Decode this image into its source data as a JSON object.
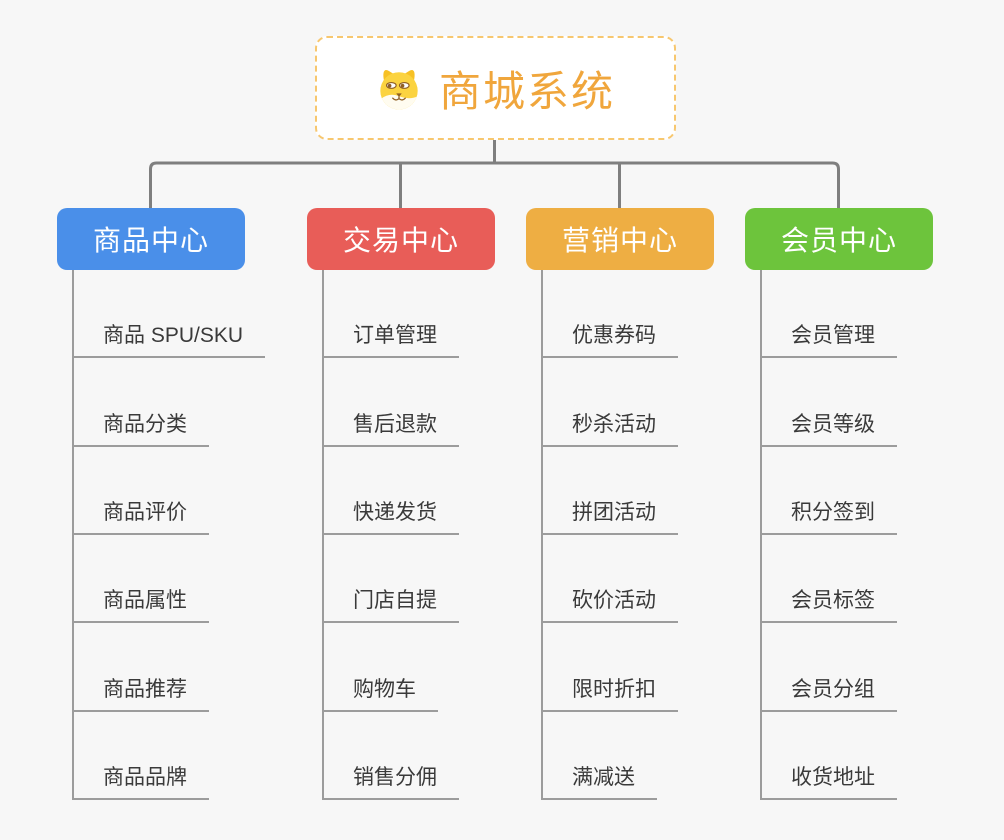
{
  "root": {
    "title": "商城系统",
    "icon": "shiba-dog-icon",
    "title_color": "#f0a63c",
    "border_color": "#f7c76f"
  },
  "connector_color": "#7f7f7f",
  "line_color": "#9c9c9c",
  "branches": [
    {
      "label": "商品中心",
      "color": "#4a8fe9",
      "children": [
        "商品 SPU/SKU",
        "商品分类",
        "商品评价",
        "商品属性",
        "商品推荐",
        "商品品牌"
      ]
    },
    {
      "label": "交易中心",
      "color": "#e85d58",
      "children": [
        "订单管理",
        "售后退款",
        "快递发货",
        "门店自提",
        "购物车",
        "销售分佣"
      ]
    },
    {
      "label": "营销中心",
      "color": "#eeae43",
      "children": [
        "优惠券码",
        "秒杀活动",
        "拼团活动",
        "砍价活动",
        "限时折扣",
        "满减送"
      ]
    },
    {
      "label": "会员中心",
      "color": "#6dc43c",
      "children": [
        "会员管理",
        "会员等级",
        "积分签到",
        "会员标签",
        "会员分组",
        "收货地址"
      ]
    }
  ]
}
